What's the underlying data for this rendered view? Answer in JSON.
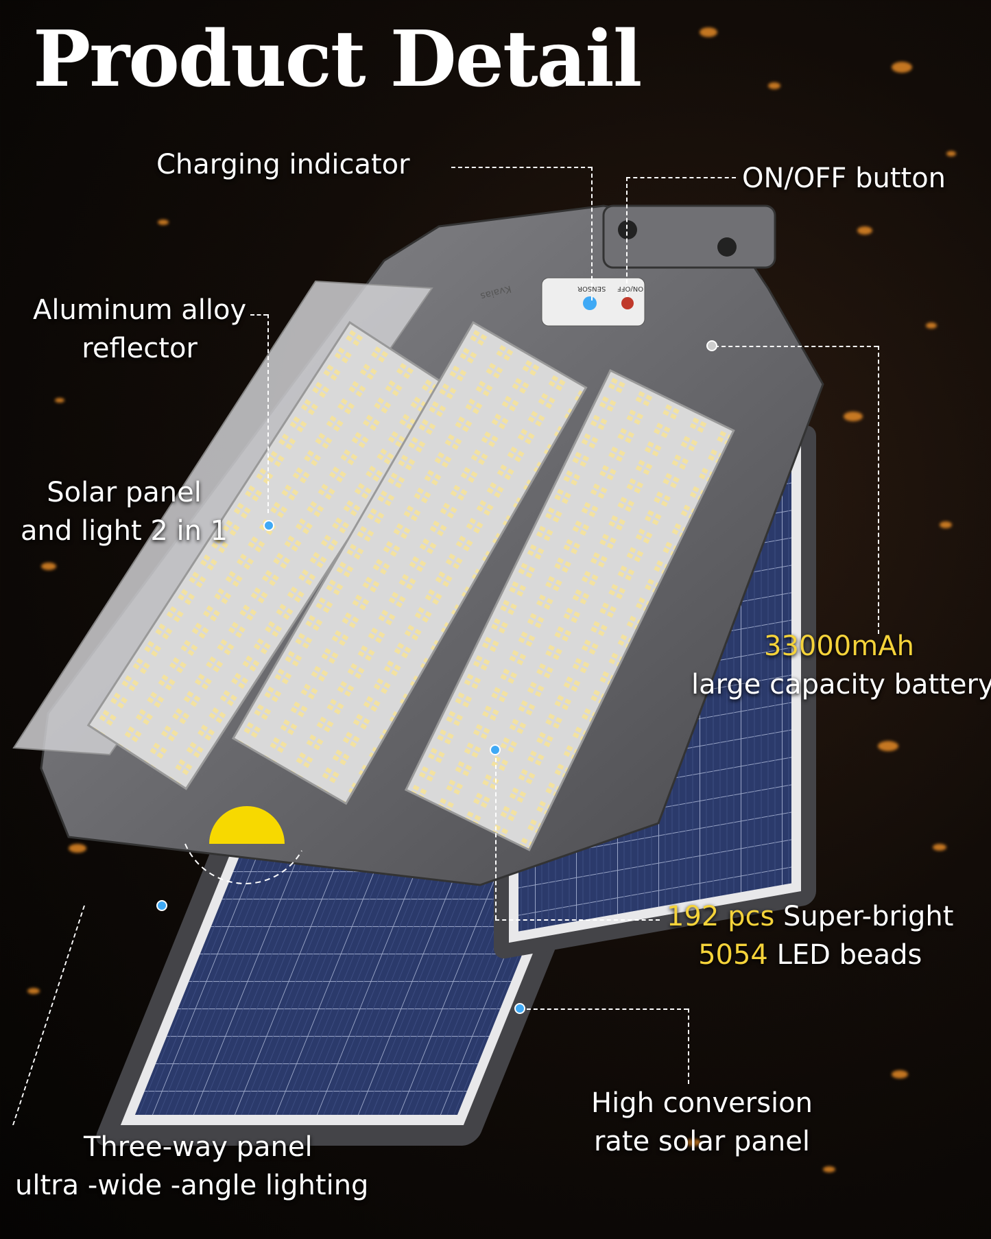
{
  "title": "Product Detail",
  "labels": {
    "charging_indicator": "Charging indicator",
    "on_off_button": "ON/OFF button",
    "reflector_line1": "Aluminum alloy",
    "reflector_line2": "reflector",
    "solar_light_line1": "Solar panel",
    "solar_light_line2": "and light 2 in 1",
    "battery_capacity": "33000mAh",
    "battery_desc": "large capacity battery",
    "led_count": "192 pcs",
    "led_desc1": " Super-bright",
    "led_model": "5054",
    "led_desc2": " LED beads",
    "solar_panel_line1": "High conversion",
    "solar_panel_line2": "rate solar panel",
    "three_way_line1": "Three-way panel",
    "three_way_line2": "ultra -wide -angle lighting"
  },
  "device_text": {
    "sensor": "SENSOR",
    "on_off": "ON/OFF",
    "brand": "Kvaias"
  },
  "colors": {
    "highlight": "#f5d33a",
    "housing": "#6e6e72",
    "solar_cell": "#2b3a6b",
    "ember": "#ff9a2a",
    "callout_dot": "#3fa9f5"
  }
}
